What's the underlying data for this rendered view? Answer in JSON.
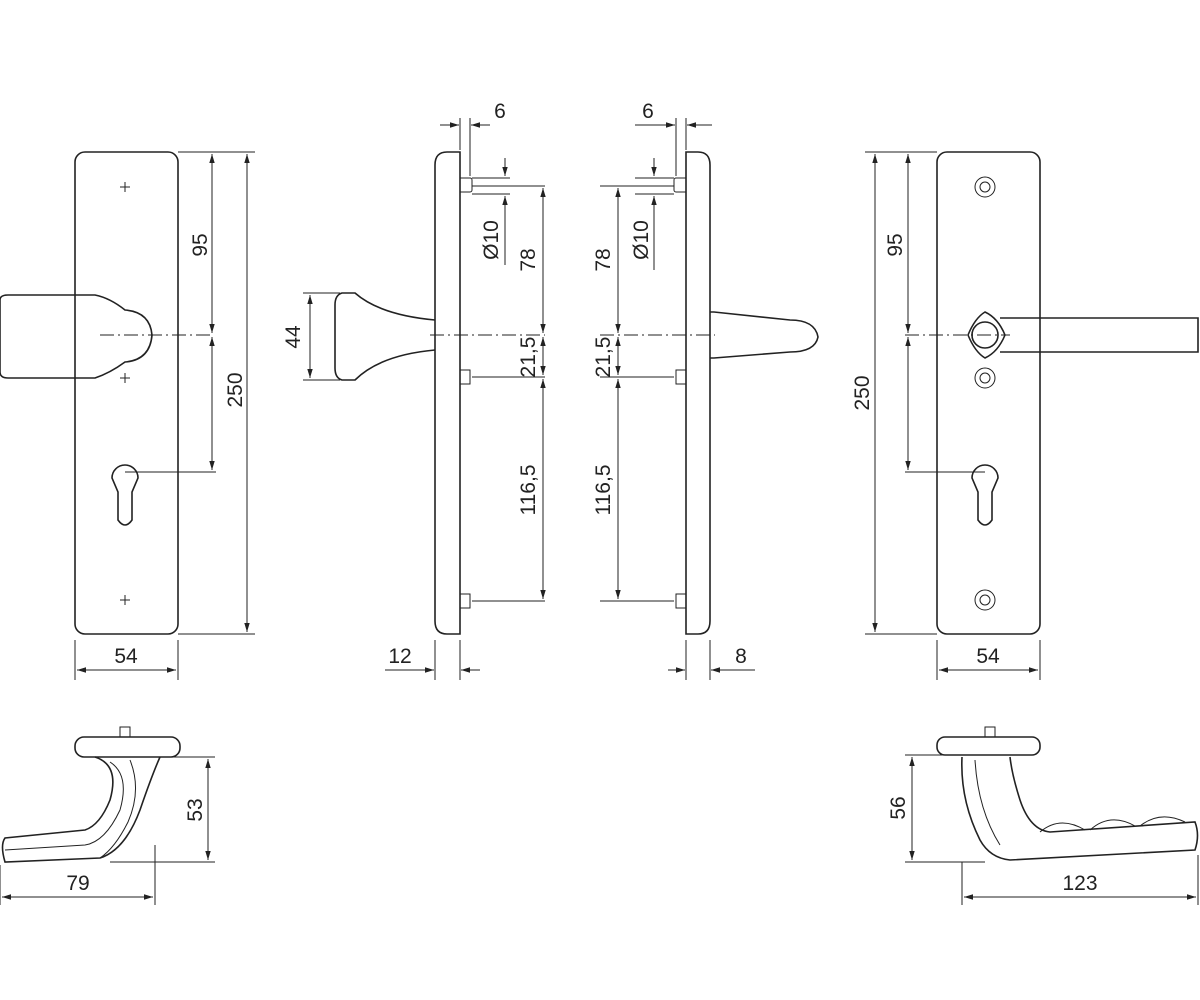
{
  "title": "Door handle set technical drawing",
  "dimensions": {
    "front_left": {
      "upper": "95",
      "height": "250",
      "width": "54"
    },
    "side_left": {
      "offset": "6",
      "diameter": "Ø10",
      "a": "78",
      "b": "21,5",
      "c": "116,5",
      "knob_height": "44",
      "depth": "12"
    },
    "side_right": {
      "offset": "6",
      "diameter": "Ø10",
      "a": "78",
      "b": "21,5",
      "c": "116,5",
      "depth": "8"
    },
    "front_right": {
      "upper": "95",
      "height": "250",
      "width": "54"
    },
    "knob_top": {
      "height": "53",
      "length": "79"
    },
    "lever_top": {
      "height": "56",
      "length": "123"
    }
  }
}
